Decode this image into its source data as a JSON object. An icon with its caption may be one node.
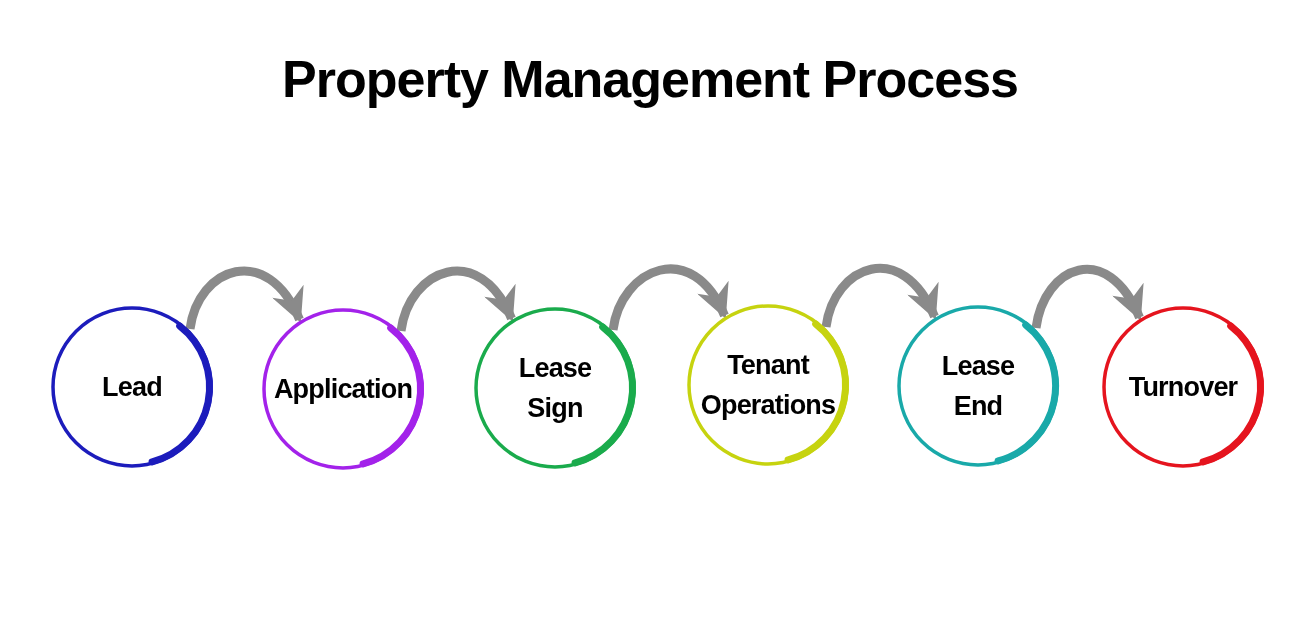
{
  "diagram": {
    "title": "Property Management Process",
    "nodes": [
      {
        "text": [
          "Lead"
        ]
      },
      {
        "text": [
          "Application"
        ]
      },
      {
        "text": [
          "Lease Sign"
        ]
      },
      {
        "text": [
          "Tenant Operations"
        ]
      },
      {
        "text": [
          "Lease End"
        ]
      },
      {
        "text": [
          "Turnover"
        ]
      }
    ],
    "edges": [
      {
        "from": 0,
        "to": 1,
        "arrow": "to"
      },
      {
        "from": 1,
        "to": 2,
        "arrow": "to"
      },
      {
        "from": 2,
        "to": 3,
        "arrow": "to"
      },
      {
        "from": 3,
        "to": 4,
        "arrow": "to"
      },
      {
        "from": 4,
        "to": 5,
        "arrow": "to"
      }
    ]
  }
}
